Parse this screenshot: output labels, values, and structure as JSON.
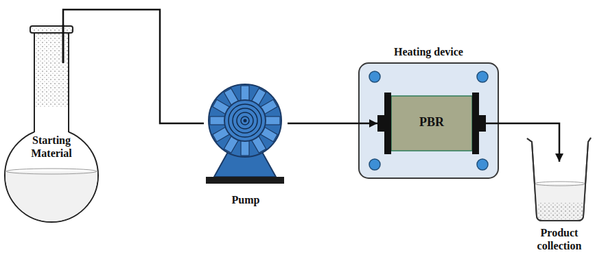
{
  "diagram": {
    "nodes": [
      {
        "text": [
          "Starting Material"
        ]
      },
      {
        "text": [
          "Pump"
        ]
      },
      {
        "text": [
          "Heating device"
        ]
      },
      {
        "text": [
          "PBR"
        ],
        "in": 2
      },
      {
        "text": [
          "Product collection"
        ]
      }
    ],
    "edges": [
      {
        "from": 0,
        "to": 1,
        "arrow": "none"
      },
      {
        "from": 1,
        "to": 3,
        "arrow": "to"
      },
      {
        "from": 3,
        "to": 4,
        "arrow": "to"
      }
    ]
  }
}
